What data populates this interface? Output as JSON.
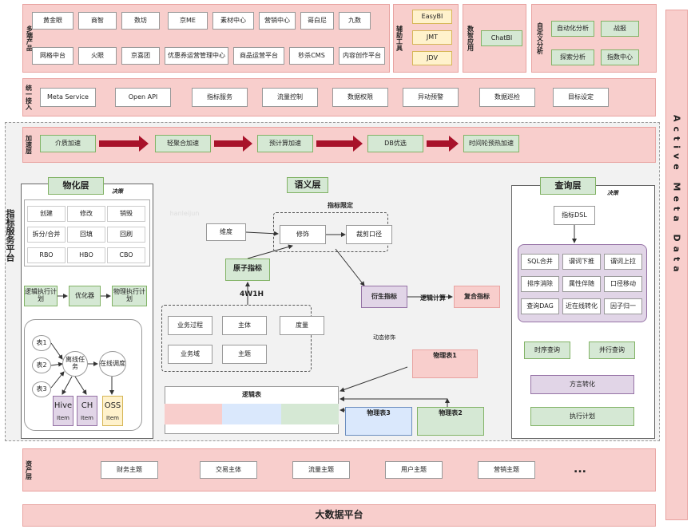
{
  "multi_product": {
    "label": "多端产品",
    "row1": [
      "黄金眼",
      "商智",
      "数坊",
      "京ME",
      "素材中心",
      "营销中心",
      "哥白尼",
      "九数"
    ],
    "row2": [
      "网格中台",
      "火眼",
      "京喜团",
      "优惠券运营管理中心",
      "商品运营平台",
      "秒杀CMS",
      "内容创作平台"
    ]
  },
  "assist_tools": {
    "label": "辅助工具",
    "items": [
      "EasyBI",
      "JMT",
      "JDV"
    ]
  },
  "data_app": {
    "label": "数智应用",
    "items": [
      "ChatBI"
    ]
  },
  "custom_analysis": {
    "label": "自定义分析",
    "items": [
      "自动化分析",
      "战报",
      "探索分析",
      "指数中心"
    ]
  },
  "unified_access": {
    "label": "统一接入",
    "items": [
      "Meta Service",
      "Open API",
      "指标服务",
      "流量控制",
      "数据权限",
      "异动预警",
      "数据巡检",
      "目标设定"
    ]
  },
  "active_meta": {
    "label": "Active Meta Data"
  },
  "acceleration": {
    "label": "加速层",
    "items": [
      "介质加速",
      "轻聚合加速",
      "预计算加速",
      "DB优选",
      "时间轮预热加速"
    ]
  },
  "platform_label": "指标服务平台",
  "materialize": {
    "title": "物化层",
    "decision": "决策",
    "ops": [
      "创建",
      "修改",
      "销毁",
      "拆分/合并",
      "回填",
      "回刷",
      "RBO",
      "HBO",
      "CBO"
    ],
    "flow": [
      "逻辑执行计划",
      "优化器",
      "物理执行计划"
    ],
    "tables": [
      "表1",
      "表2",
      "表3"
    ],
    "offline_task": "离线任务",
    "online_query": "在线调度",
    "stores": [
      "Hive",
      "CH",
      "OSS"
    ],
    "item_label": "Item"
  },
  "semantic": {
    "title": "语义层",
    "metric_limit": "指标限定",
    "dimension": "维度",
    "modifier": "修饰",
    "stat_caliber": "裁剪口径",
    "atomic": "原子指标",
    "w4h": "4W1H",
    "w4h_items": [
      "业务过程",
      "主体",
      "度量",
      "业务域",
      "主题"
    ],
    "derived": "衍生指标",
    "dynamic_modifier": "动态修饰",
    "logic_calc": "逻辑计算",
    "composite": "复合指标",
    "logic_table": "逻辑表",
    "physical_tables": [
      "物理表1",
      "物理表2",
      "物理表3"
    ],
    "watermark": "hanleijun"
  },
  "query": {
    "title": "查询层",
    "decision": "决策",
    "dsl": "指标DSL",
    "ops": [
      "SQL合并",
      "谓词下推",
      "谓词上拉",
      "排序消除",
      "属性伴随",
      "口径移动",
      "查询DAG",
      "近在线转化",
      "因子归一"
    ],
    "time_query": "时序查询",
    "parallel_query": "并行查询",
    "dialect": "方言转化",
    "plan": "执行计划"
  },
  "assets": {
    "label": "资产层",
    "items": [
      "财务主题",
      "交易主体",
      "流量主题",
      "用户主题",
      "营销主题"
    ],
    "more": "..."
  },
  "bigdata": "大数据平台"
}
